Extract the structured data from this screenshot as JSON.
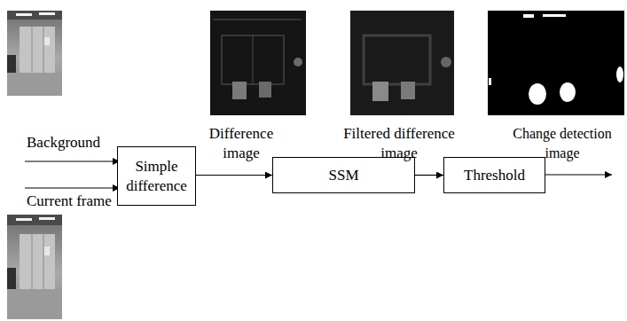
{
  "diagram": {
    "nodes": [
      {
        "text": [
          "Simple difference"
        ]
      },
      {
        "text": [
          "SSM"
        ]
      },
      {
        "text": [
          "Threshold"
        ]
      }
    ],
    "edges": [
      {
        "from": 0,
        "to": 1,
        "arrow": "to",
        "label": "Difference image"
      },
      {
        "from": 1,
        "to": 2,
        "arrow": "to",
        "label": "Filtered difference image"
      }
    ],
    "labels": [
      "Background",
      "Current frame",
      "Change detection image"
    ]
  }
}
